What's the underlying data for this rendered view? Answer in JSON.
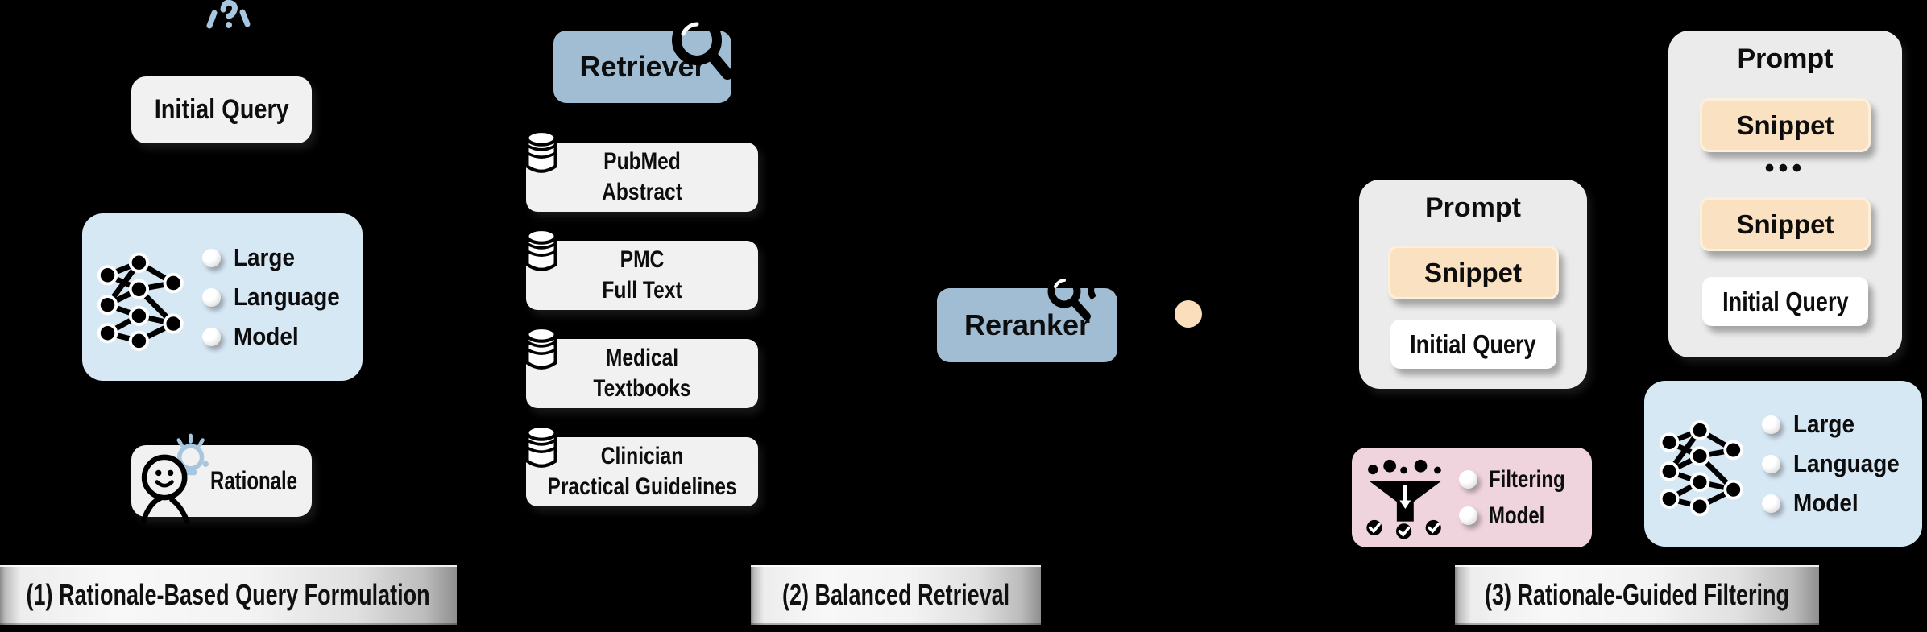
{
  "figure": {
    "background": "#000000",
    "stages": [
      "Rationale-Based Query Formulation",
      "Balanced Retrieval",
      "Rationale-Guided Filtering"
    ]
  },
  "colors": {
    "steel_blue_box": "#a0bdd3",
    "light_blue_box": "#d7e8f5",
    "gray_box": "#f1f1f1",
    "panel_gray": "#ebebeb",
    "snippet_peach": "#fae1c1",
    "snippet_border": "#fcf0dc",
    "pink_box": "#efd3dd",
    "peach_dot": "#fbdfbc",
    "icon_blue": "#a9c6df",
    "banner_text": "#101010"
  },
  "stage1": {
    "banner": "(1) Rationale-Based Query Formulation",
    "initial_query_label": "Initial Query",
    "llm_lines": [
      "Large",
      "Language",
      "Model"
    ],
    "rationale_label": "Rationale"
  },
  "stage2": {
    "banner": "(2) Balanced Retrieval",
    "retriever_label": "Retriever",
    "corpora": [
      [
        "PubMed",
        "Abstract"
      ],
      [
        "PMC",
        "Full Text"
      ],
      [
        "Medical",
        "Textbooks"
      ],
      [
        "Clinician",
        "Practical Guidelines"
      ]
    ]
  },
  "stage3": {
    "banner": "(3) Rationale-Guided Filtering",
    "reranker_label": "Reranker",
    "prompt_small": {
      "title": "Prompt",
      "snippet": "Snippet",
      "initial_query": "Initial Query"
    },
    "prompt_large": {
      "title": "Prompt",
      "snippet_top": "Snippet",
      "ellipsis": "•••",
      "snippet_bottom": "Snippet",
      "initial_query": "Initial Query"
    },
    "filtering_lines": [
      "Filtering",
      "Model"
    ],
    "llm_lines": [
      "Large",
      "Language",
      "Model"
    ]
  }
}
